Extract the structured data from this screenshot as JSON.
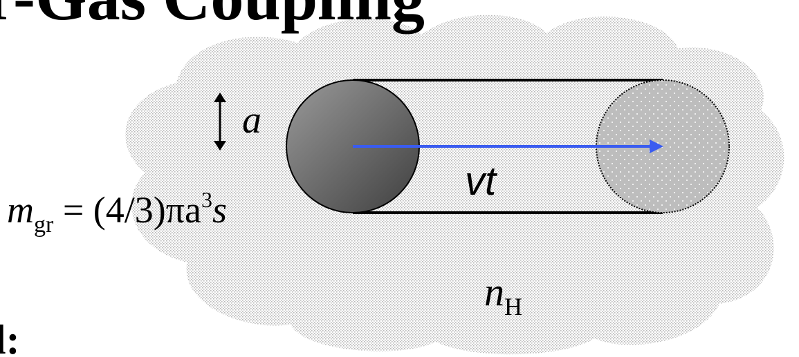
{
  "title_fragment": "r-Gas Coupling",
  "labels": {
    "radius_var": "a",
    "velocity_time": "vt",
    "density_base": "n",
    "density_sub": "H",
    "mass_base": "m",
    "mass_sub": "gr",
    "mass_rhs_prefix": " = (4/3)πa",
    "mass_exponent": "3",
    "mass_rhs_suffix": "s",
    "bottom_fragment": "l:"
  },
  "colors": {
    "background": "#ffffff",
    "cloud_dots": "#b8b8b8",
    "grain_dark": "#4d4d4d",
    "grain_light": "#9a9a9a",
    "swept_grain_fill": "#bdbdbd",
    "velocity_arrow": "#3a5cf0",
    "lines": "#000000"
  },
  "icons": {
    "radius_indicator": "double-headed-vertical-arrow",
    "velocity_indicator": "right-arrow"
  }
}
